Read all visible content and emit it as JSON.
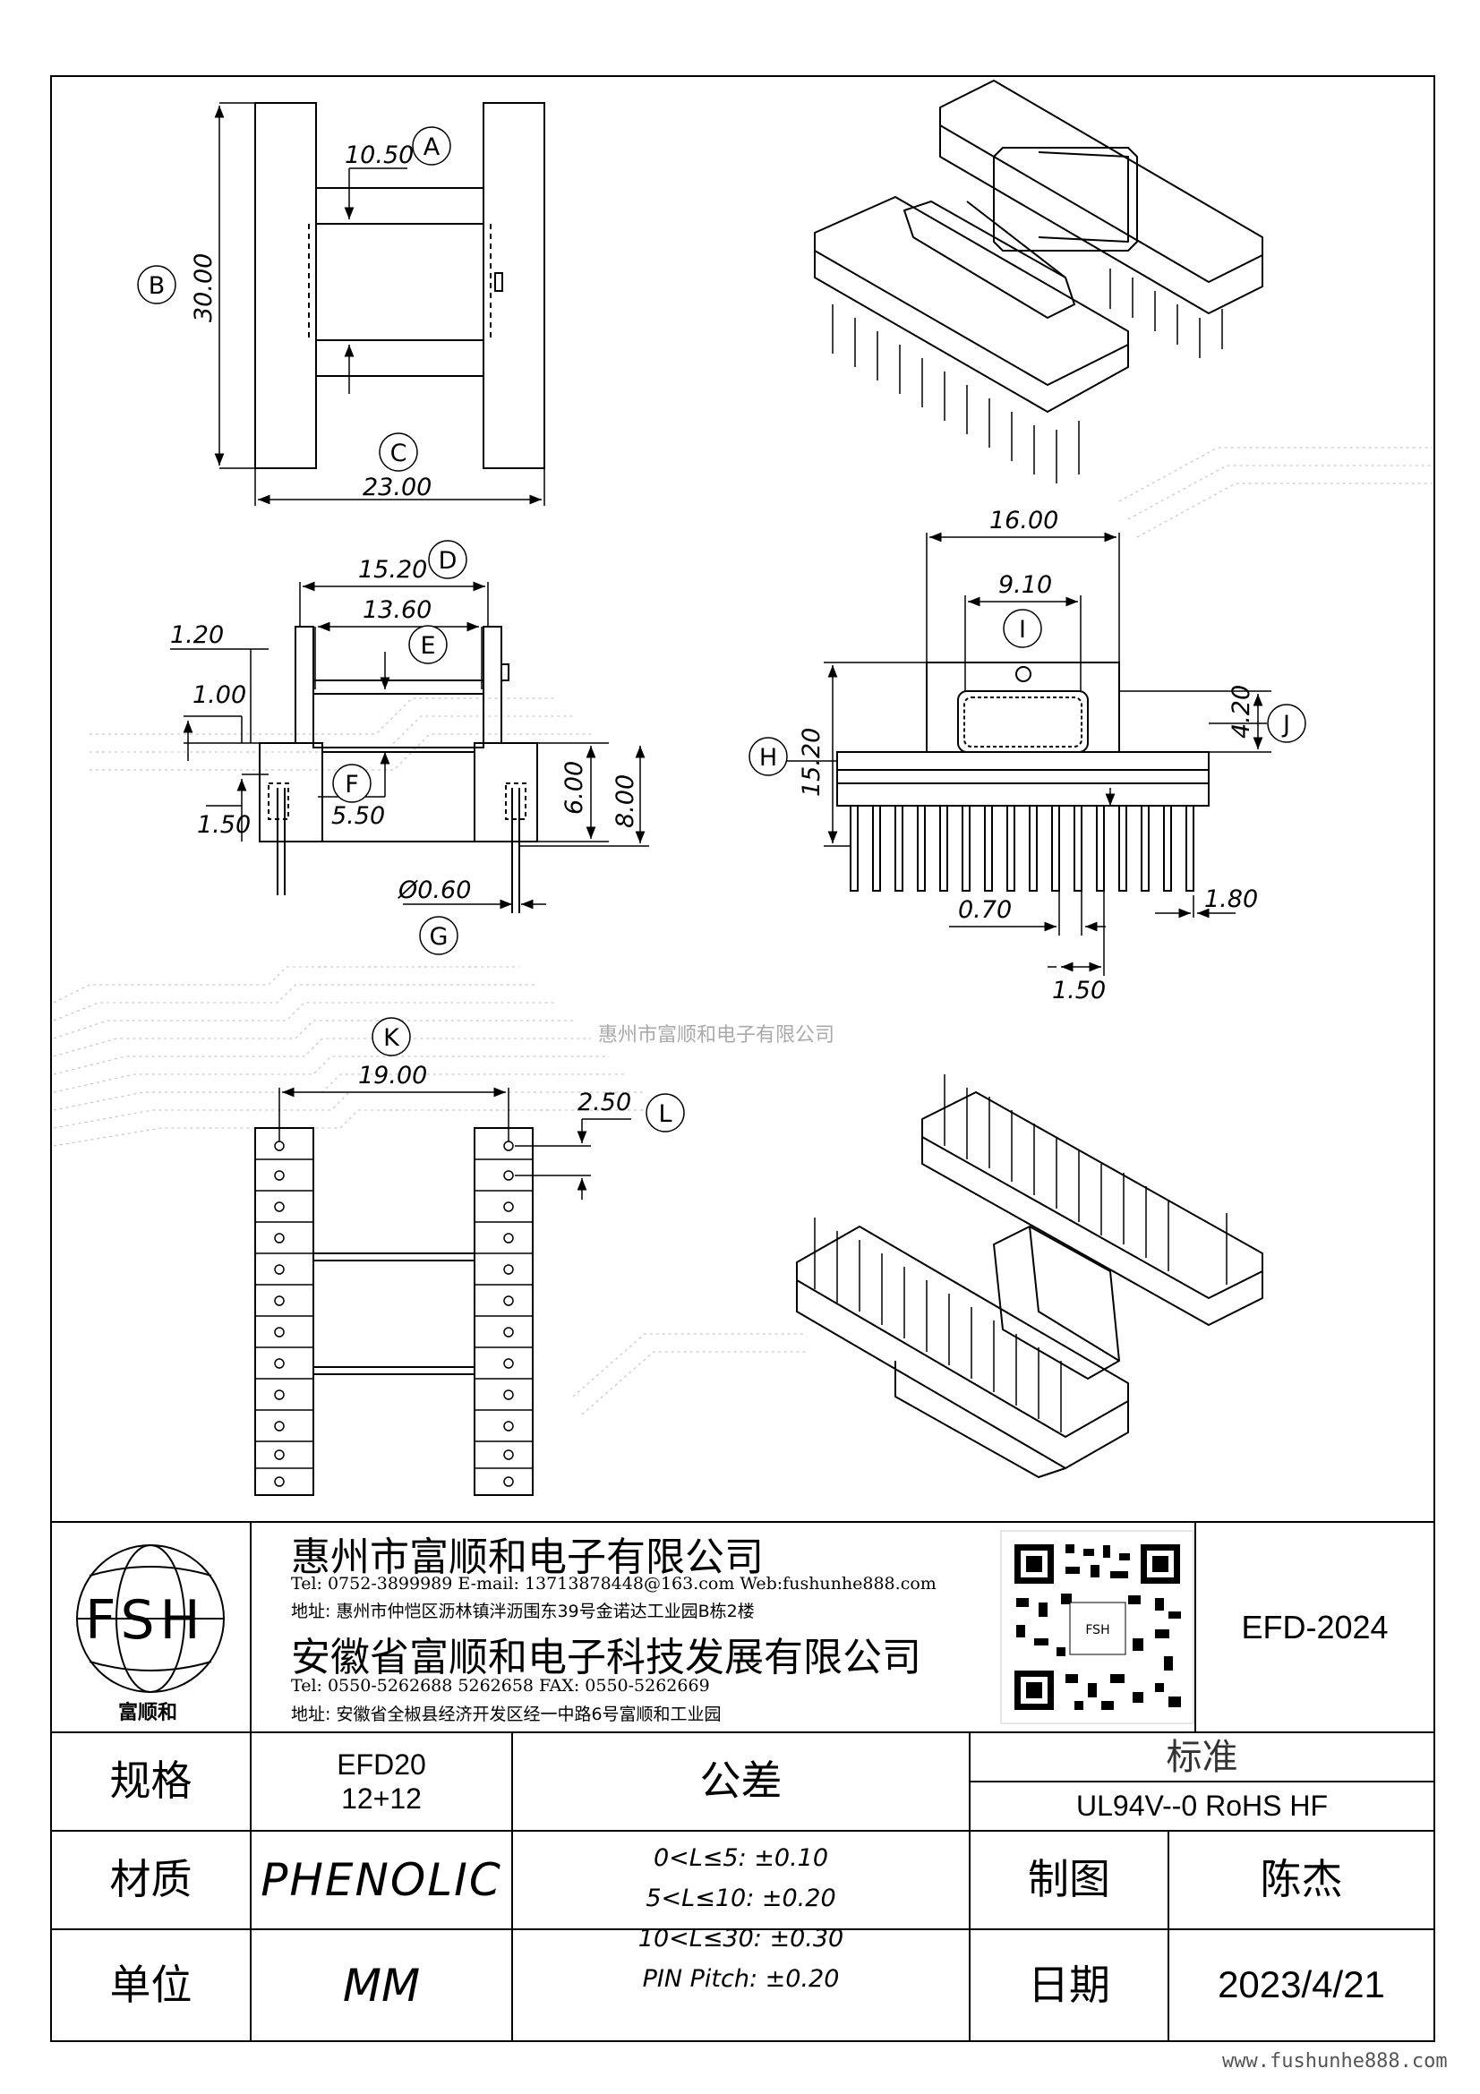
{
  "watermark": "惠州市富顺和电子有限公司",
  "footer_url": "www.fushunhe888.com",
  "drawing_number": "EFD-2024",
  "logo": {
    "letters": "FSH",
    "caption": "富顺和"
  },
  "company1": {
    "name": "惠州市富顺和电子有限公司",
    "contact": "Tel:  0752-3899989  E-mail: 13713878448@163.com   Web:fushunhe888.com",
    "address": "地址: 惠州市仲恺区沥林镇泮沥围东39号金诺达工业园B栋2楼"
  },
  "company2": {
    "name": "安徽省富顺和电子科技发展有限公司",
    "contact": "Tel:  0550-5262688  5262658     FAX: 0550-5262669",
    "address": "地址: 安徽省全椒县经济开发区经一中路6号富顺和工业园"
  },
  "spec": {
    "label": "规格",
    "value_line1": "EFD20",
    "value_line2": "12+12"
  },
  "material": {
    "label": "材质",
    "value": "PHENOLIC"
  },
  "unit": {
    "label": "单位",
    "value": "MM"
  },
  "tolerance": {
    "label": "公差",
    "lines": [
      "0<L≤5: ±0.10",
      "5<L≤10: ±0.20",
      "10<L≤30: ±0.30",
      "PIN Pitch: ±0.20"
    ]
  },
  "standard": {
    "label": "标准",
    "value": "UL94V--0  RoHS HF"
  },
  "drawn_by": {
    "label": "制图",
    "value": "陈杰"
  },
  "date": {
    "label": "日期",
    "value": "2023/4/21"
  },
  "dimensions": {
    "A": "10.50",
    "B": "30.00",
    "C": "23.00",
    "D": "15.20",
    "E": "13.60",
    "d_1_20": "1.20",
    "d_1_00": "1.00",
    "F": "5.50",
    "d_1_50": "1.50",
    "d_6_00": "6.00",
    "d_8_00": "8.00",
    "G": "Ø0.60",
    "d_16_00": "16.00",
    "I": "9.10",
    "H": "15.20",
    "J": "4.20",
    "d_0_70": "0.70",
    "d_1_50b": "1.50",
    "d_1_80": "1.80",
    "K": "19.00",
    "L": "2.50"
  },
  "callouts": [
    "A",
    "B",
    "C",
    "D",
    "E",
    "F",
    "G",
    "H",
    "I",
    "J",
    "K",
    "L"
  ]
}
